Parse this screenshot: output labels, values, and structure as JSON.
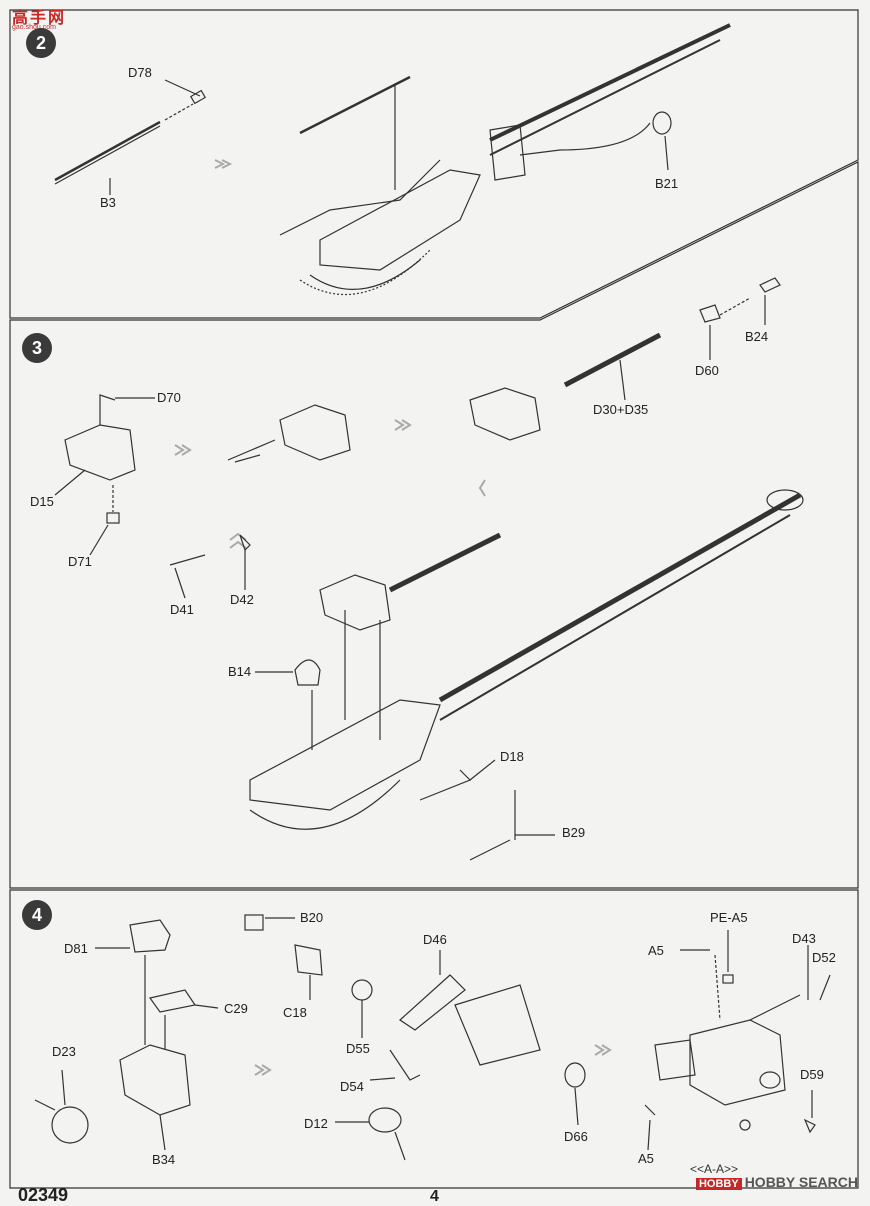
{
  "site_logo": {
    "name": "高手网",
    "url": "gao.shou.com"
  },
  "watermark": {
    "badge": "HOBBY",
    "text": "HOBBY SEARCH"
  },
  "footer": {
    "part_number": "02349",
    "page": "4"
  },
  "steps": [
    {
      "number": "2",
      "labels": [
        "D78",
        "B3",
        "B21"
      ]
    },
    {
      "number": "3",
      "labels": [
        "D70",
        "D15",
        "D71",
        "D41",
        "D42",
        "D30+D35",
        "D60",
        "B24",
        "B14",
        "D18",
        "B29"
      ]
    },
    {
      "number": "4",
      "labels": [
        "B20",
        "C18",
        "D81",
        "C29",
        "D23",
        "B34",
        "D55",
        "D54",
        "D46",
        "D12",
        "D66",
        "PE-A5",
        "A5",
        "A5",
        "D43",
        "D52",
        "D59"
      ]
    }
  ],
  "section_note": "<<A-A>>",
  "colors": {
    "line": "#333333",
    "accent": "#c62828",
    "background": "#f3f3f1"
  }
}
